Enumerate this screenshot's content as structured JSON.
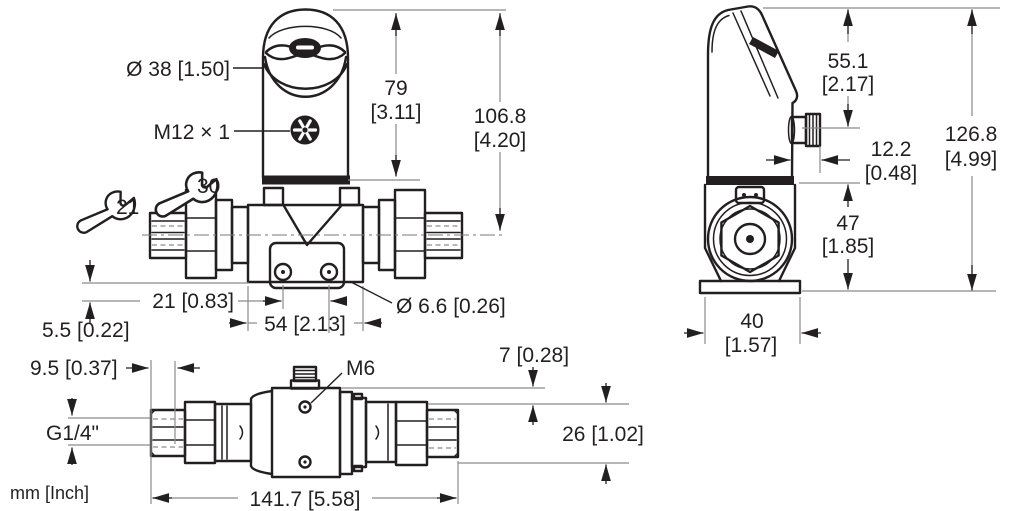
{
  "note": {
    "units": "mm [Inch]"
  },
  "front_view": {
    "callouts": {
      "head_diameter": "Ø 38 [1.50]",
      "connector_thread": "M12 × 1",
      "wrench_small": "21",
      "wrench_large": "30",
      "mount_hole": "Ø 6.6 [0.26]"
    },
    "dims": {
      "head_height_mm": "79",
      "head_height_in": "[3.11]",
      "total_height_mm": "106.8",
      "total_height_in": "[4.20]",
      "hole_spacing": "21 [0.83]",
      "block_width": "54 [2.13]",
      "plate_offset": "5.5 [0.22]"
    }
  },
  "bottom_view": {
    "callouts": {
      "port_thread": "G1/4\"",
      "screw_thread": "M6"
    },
    "dims": {
      "thread_length": "9.5 [0.37]",
      "top_offset": "7 [0.28]",
      "hex_width": "26 [1.02]",
      "total_length": "141.7 [5.58]"
    }
  },
  "side_view": {
    "dims": {
      "connector_height_mm": "55.1",
      "connector_height_in": "[2.17]",
      "connector_length_mm": "12.2",
      "connector_length_in": "[0.48]",
      "port_height_mm": "47",
      "port_height_in": "[1.85]",
      "total_height_mm": "126.8",
      "total_height_in": "[4.99]",
      "body_width_mm": "40",
      "body_width_in": "[1.57]"
    }
  }
}
